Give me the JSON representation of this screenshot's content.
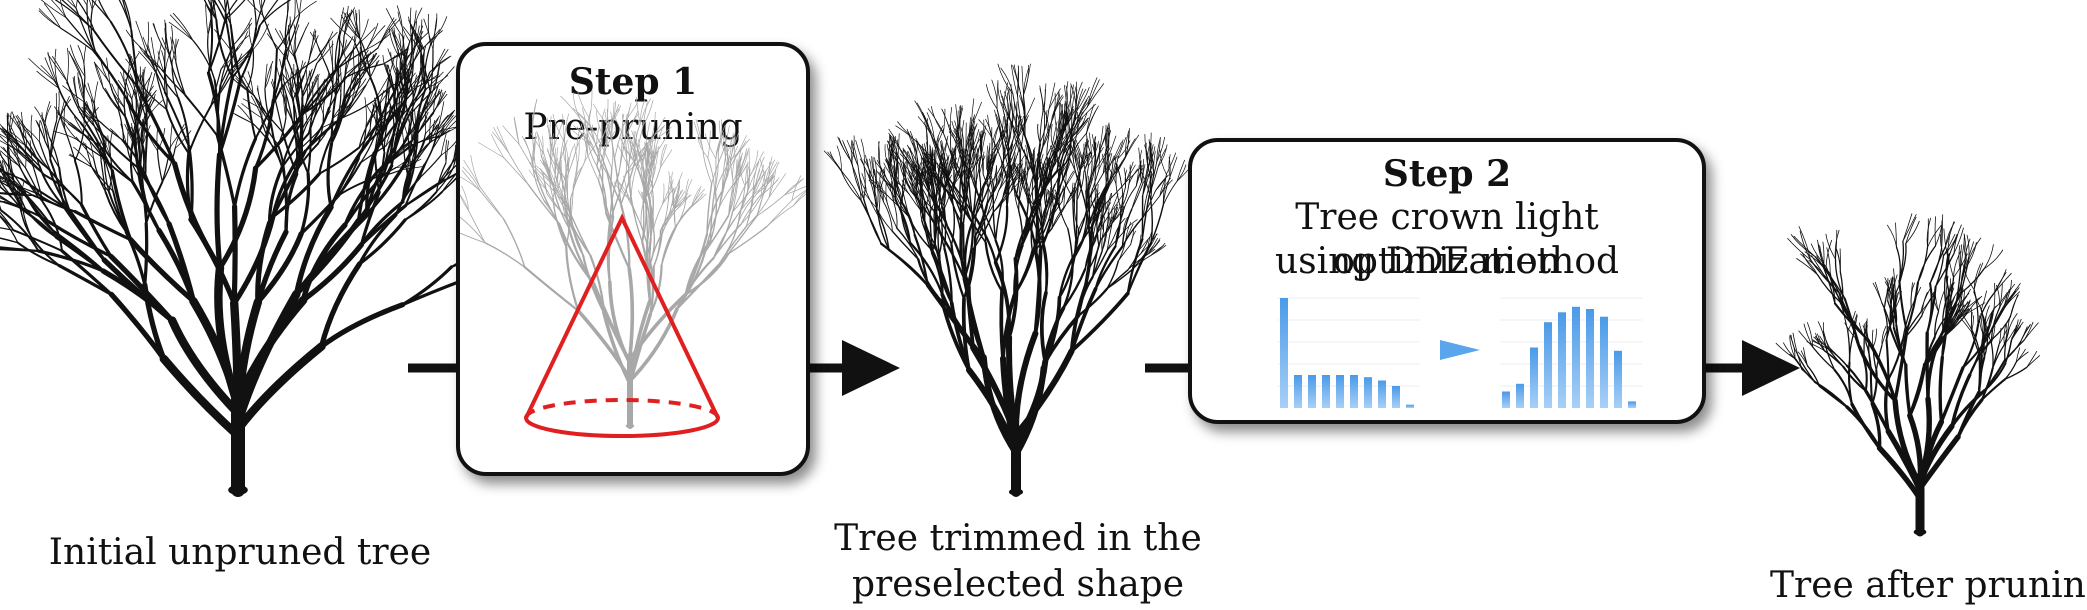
{
  "labels": {
    "initial": "Initial unpruned tree",
    "trimmed_line1": "Tree trimmed in the",
    "trimmed_line2": "preselected shape",
    "after": "Tree after pruning"
  },
  "step1": {
    "title": "Step 1",
    "subtitle": "Pre-pruning"
  },
  "step2": {
    "title": "Step 2",
    "line1": "Tree crown light optimization",
    "line2": "using DDE method"
  },
  "histograms": {
    "before": [
      1.0,
      0.3,
      0.3,
      0.3,
      0.3,
      0.3,
      0.28,
      0.25,
      0.2,
      0.03
    ],
    "after": [
      0.15,
      0.22,
      0.55,
      0.78,
      0.87,
      0.92,
      0.9,
      0.83,
      0.52,
      0.06
    ]
  },
  "colors": {
    "ink": "#111111",
    "cone": "#e02020",
    "bar": "#5aa6ec",
    "ghost_tree": "#a8a8a8"
  }
}
